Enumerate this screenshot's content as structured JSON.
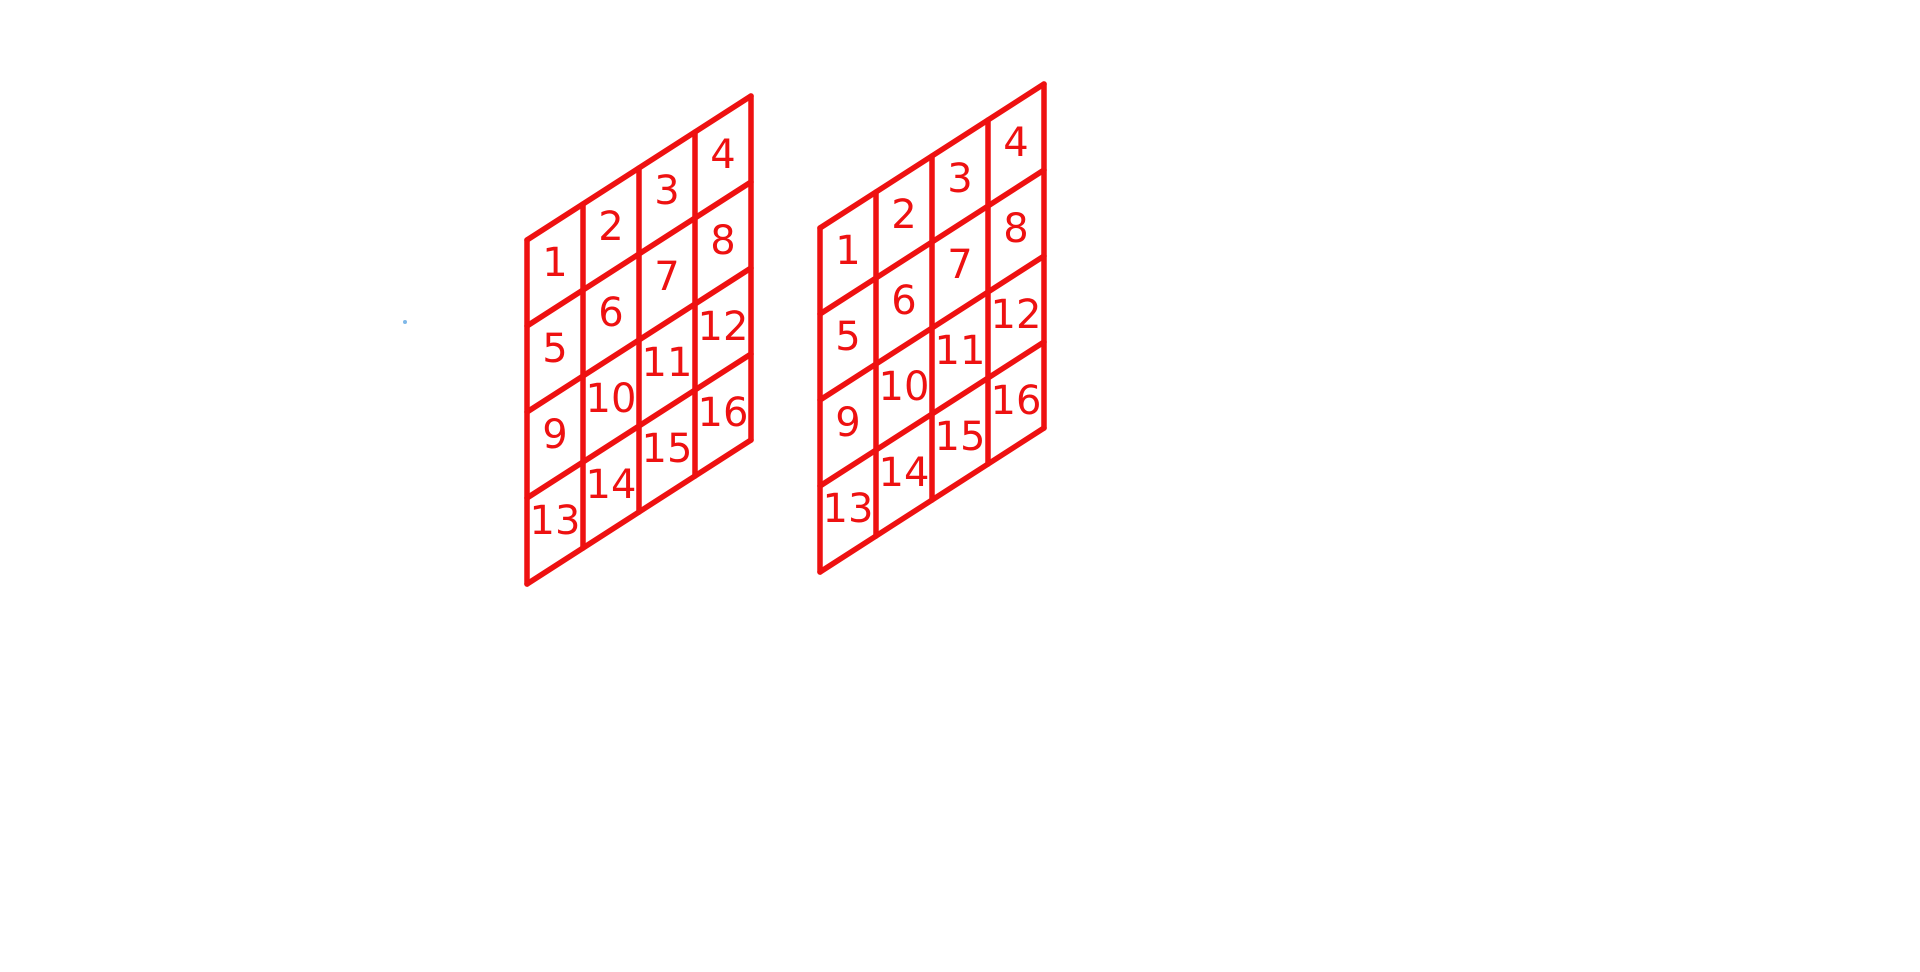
{
  "colors": {
    "ink": "#ee1111",
    "dot": "#7fb8e8",
    "background": "#ffffff"
  },
  "grids": [
    {
      "labels": [
        "1",
        "2",
        "3",
        "4",
        "5",
        "6",
        "7",
        "8",
        "9",
        "10",
        "11",
        "12",
        "13",
        "14",
        "15",
        "16"
      ]
    },
    {
      "labels": [
        "1",
        "2",
        "3",
        "4",
        "5",
        "6",
        "7",
        "8",
        "9",
        "10",
        "11",
        "12",
        "13",
        "14",
        "15",
        "16"
      ]
    }
  ]
}
